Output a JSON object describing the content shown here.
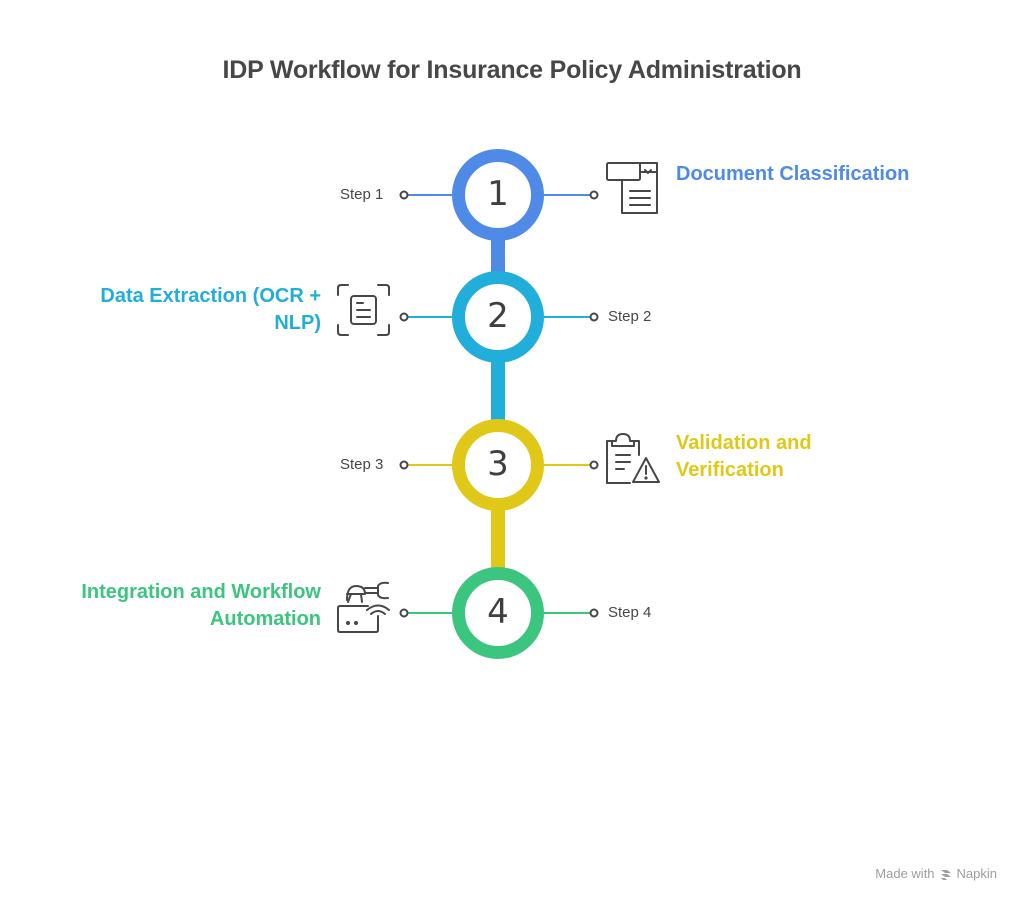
{
  "title": "IDP Workflow for Insurance Policy Administration",
  "colors": {
    "step1": "#4f8ae6",
    "step2": "#22aedb",
    "step3": "#dfc818",
    "step4": "#3cc57f",
    "text": "#474747",
    "icon": "#474747"
  },
  "steps": [
    {
      "number": "1",
      "step_label": "Step 1",
      "heading_lines": [
        "Document Classification"
      ],
      "icon": "document-form-icon",
      "color": "#4f8ae6"
    },
    {
      "number": "2",
      "step_label": "Step 2",
      "heading_lines": [
        "Data Extraction (OCR +",
        "NLP)"
      ],
      "icon": "document-scan-icon",
      "color": "#22aedb"
    },
    {
      "number": "3",
      "step_label": "Step 3",
      "heading_lines": [
        "Validation and",
        "Verification"
      ],
      "icon": "clipboard-warning-icon",
      "color": "#dfc818"
    },
    {
      "number": "4",
      "step_label": "Step 4",
      "heading_lines": [
        "Integration and Workflow",
        "Automation"
      ],
      "icon": "robot-arm-icon",
      "color": "#3cc57f"
    }
  ],
  "footer": {
    "label": "Made with",
    "brand": "Napkin",
    "icon": "napkin-logo-icon"
  }
}
